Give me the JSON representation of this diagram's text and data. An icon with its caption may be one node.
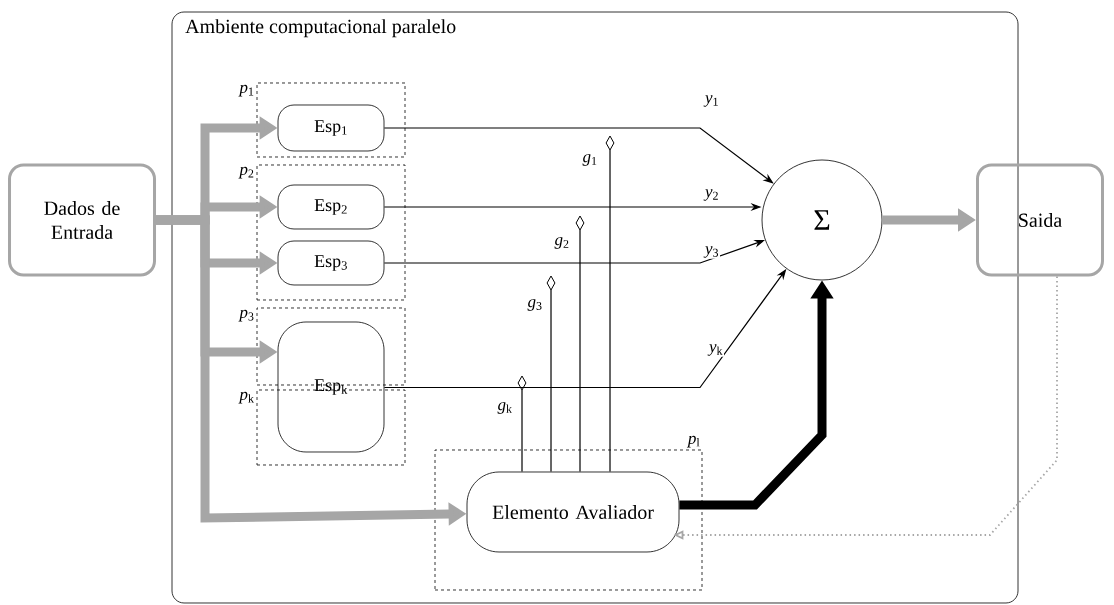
{
  "diagram": {
    "nodes": [
      {
        "text": [
          "Dados de Entrada"
        ]
      },
      {
        "text": [
          "Ambiente computacional paralelo"
        ]
      },
      {
        "text": [
          "*p*$_{1}$"
        ],
        "in": 1
      },
      {
        "text": [
          "Esp$_{1}$"
        ],
        "in": 2
      },
      {
        "text": [
          "*p*$_{2}$"
        ],
        "in": 1
      },
      {
        "text": [
          "Esp$_{2}$"
        ],
        "in": 4
      },
      {
        "text": [
          "Esp$_{3}$"
        ],
        "in": 4
      },
      {
        "text": [
          "*p*$_{3}$"
        ],
        "in": 1
      },
      {
        "text": [
          "*p*$_{k}$"
        ],
        "in": 1
      },
      {
        "text": [
          "Esp$_{k}$"
        ],
        "in": 1
      },
      {
        "text": [
          "*p*$_{l}$"
        ],
        "in": 1
      },
      {
        "text": [
          "Elemento Avaliador"
        ],
        "in": 10
      },
      {
        "text": [
          "Σ"
        ],
        "in": 1
      },
      {
        "text": [
          "Saida"
        ]
      }
    ],
    "edges": [
      {
        "from": 0,
        "to": 3,
        "arrow": "to",
        "style": "thick",
        "color": "#a6a6a6"
      },
      {
        "from": 0,
        "to": 5,
        "arrow": "to",
        "style": "thick",
        "color": "#a6a6a6"
      },
      {
        "from": 0,
        "to": 6,
        "arrow": "to",
        "style": "thick",
        "color": "#a6a6a6"
      },
      {
        "from": 0,
        "to": 9,
        "arrow": "to",
        "style": "thick",
        "color": "#a6a6a6"
      },
      {
        "from": 0,
        "to": 11,
        "arrow": "to",
        "style": "thick",
        "color": "#a6a6a6"
      },
      {
        "from": 3,
        "to": 12,
        "arrow": "to",
        "label": "*y*$_{1}$"
      },
      {
        "from": 5,
        "to": 12,
        "arrow": "to",
        "label": "*y*$_{2}$"
      },
      {
        "from": 6,
        "to": 12,
        "arrow": "to",
        "label": "*y*$_{3}$"
      },
      {
        "from": 9,
        "to": 12,
        "arrow": "to",
        "label": "*y*$_{k}$"
      },
      {
        "from": 11,
        "to": 12,
        "arrow": "to",
        "style": "thick"
      },
      {
        "from": 12,
        "to": 13,
        "arrow": "to",
        "style": "thick",
        "color": "#a6a6a6"
      },
      {
        "from": 13,
        "to": 11,
        "arrow": "to",
        "style": "dashed",
        "color": "#a6a6a6"
      },
      {
        "from": 11,
        "to": null,
        "arrow": "other",
        "label": "*g*$_{1}$"
      },
      {
        "from": 11,
        "to": null,
        "arrow": "other",
        "label": "*g*$_{2}$"
      },
      {
        "from": 11,
        "to": null,
        "arrow": "other",
        "label": "*g*$_{3}$"
      },
      {
        "from": 11,
        "to": null,
        "arrow": "other",
        "label": "*g*$_{k}$"
      }
    ]
  }
}
